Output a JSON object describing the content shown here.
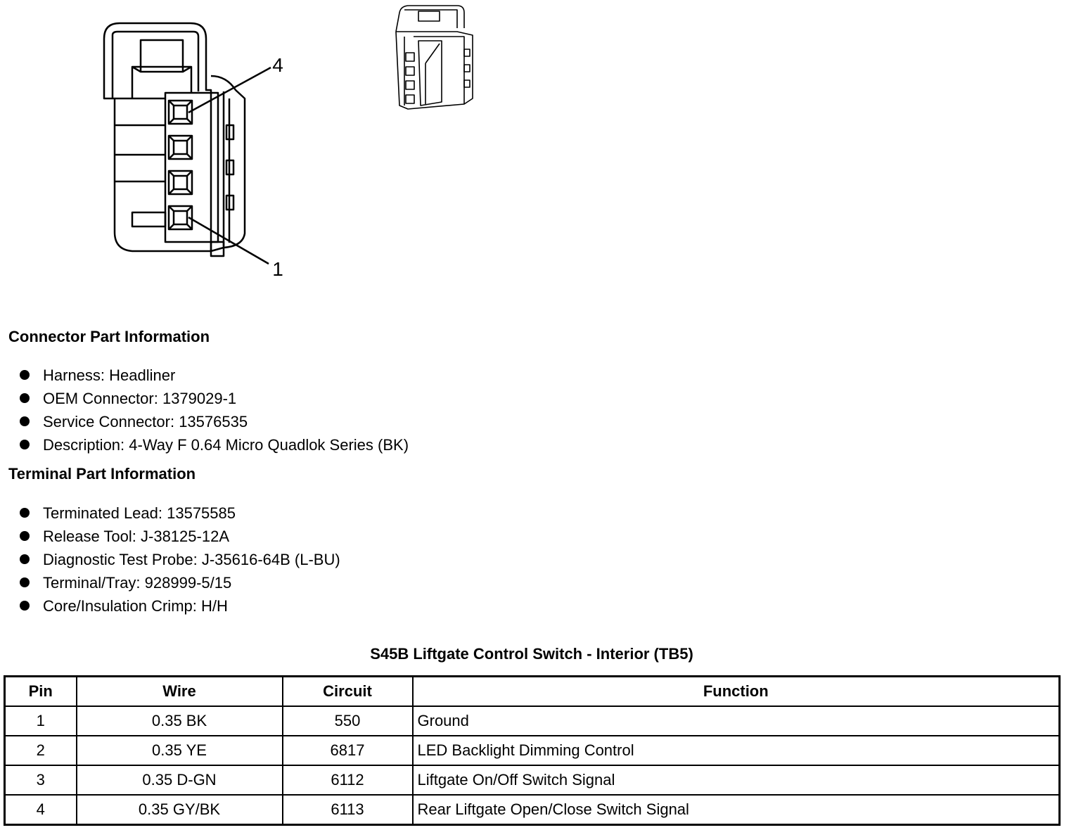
{
  "diagram": {
    "callouts": [
      "4",
      "1"
    ]
  },
  "connector_info": {
    "heading": "Connector Part Information",
    "items": [
      "Harness: Headliner",
      "OEM Connector: 1379029-1",
      "Service Connector: 13576535",
      "Description: 4-Way F 0.64 Micro Quadlok Series (BK)"
    ]
  },
  "terminal_info": {
    "heading": "Terminal Part Information",
    "items": [
      "Terminated Lead: 13575585",
      "Release Tool: J-38125-12A",
      "Diagnostic Test Probe: J-35616-64B (L-BU)",
      "Terminal/Tray: 928999-5/15",
      "Core/Insulation Crimp: H/H"
    ]
  },
  "pin_table": {
    "title": "S45B Liftgate Control Switch - Interior (TB5)",
    "headers": [
      "Pin",
      "Wire",
      "Circuit",
      "Function"
    ],
    "rows": [
      [
        "1",
        "0.35 BK",
        "550",
        "Ground"
      ],
      [
        "2",
        "0.35 YE",
        "6817",
        "LED Backlight Dimming Control"
      ],
      [
        "3",
        "0.35 D-GN",
        "6112",
        "Liftgate On/Off Switch Signal"
      ],
      [
        "4",
        "0.35 GY/BK",
        "6113",
        "Rear Liftgate Open/Close Switch Signal"
      ]
    ]
  }
}
